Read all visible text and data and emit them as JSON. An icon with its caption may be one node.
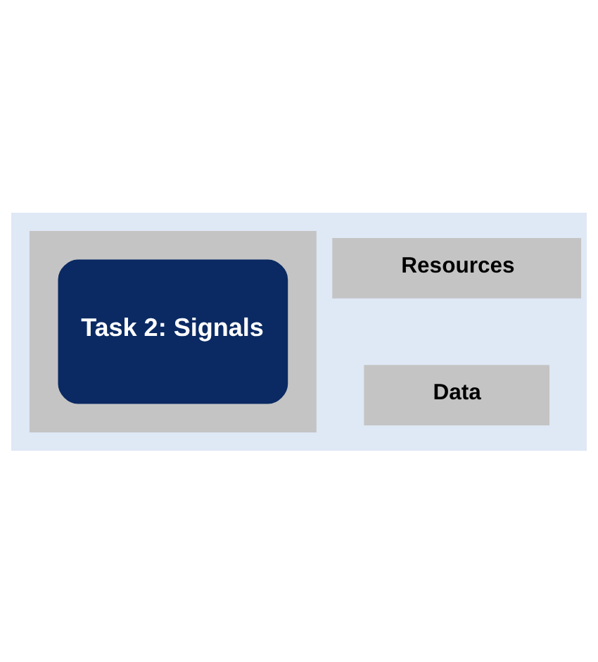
{
  "diagram": {
    "nodes": [
      {
        "text": [],
        "shape": "bar"
      },
      {
        "text": [
          "Task 2: Signals"
        ],
        "in": 0
      },
      {
        "text": [
          "Resources"
        ]
      },
      {
        "text": [
          "Data"
        ]
      }
    ]
  }
}
